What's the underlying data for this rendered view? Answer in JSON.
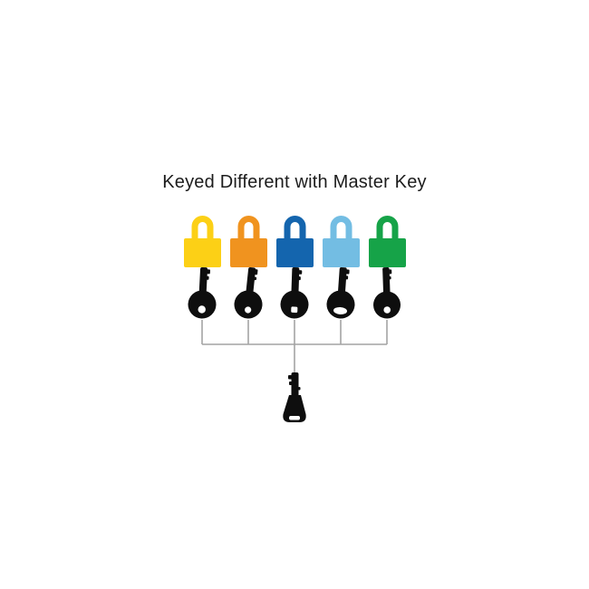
{
  "title": "Keyed Different with Master Key",
  "diagram": {
    "locks": [
      {
        "name": "yellow-padlock",
        "color": "#fcd016"
      },
      {
        "name": "orange-padlock",
        "color": "#f0931f"
      },
      {
        "name": "dark-blue-padlock",
        "color": "#1465ae"
      },
      {
        "name": "light-blue-padlock",
        "color": "#73bde3"
      },
      {
        "name": "green-padlock",
        "color": "#16a348"
      }
    ],
    "keys": [
      {
        "name": "key-1",
        "hole_shape": "round"
      },
      {
        "name": "key-2",
        "hole_shape": "small-round"
      },
      {
        "name": "key-3",
        "hole_shape": "square"
      },
      {
        "name": "key-4",
        "hole_shape": "wide-oval"
      },
      {
        "name": "key-5",
        "hole_shape": "round"
      }
    ],
    "master_key": {
      "name": "master-key",
      "hole_shape": "rectangle"
    },
    "colors": {
      "key_black": "#0e0e0e",
      "connector_gray": "#a3a3a3",
      "title_text": "#1c1c1c",
      "background": "#ffffff"
    }
  }
}
